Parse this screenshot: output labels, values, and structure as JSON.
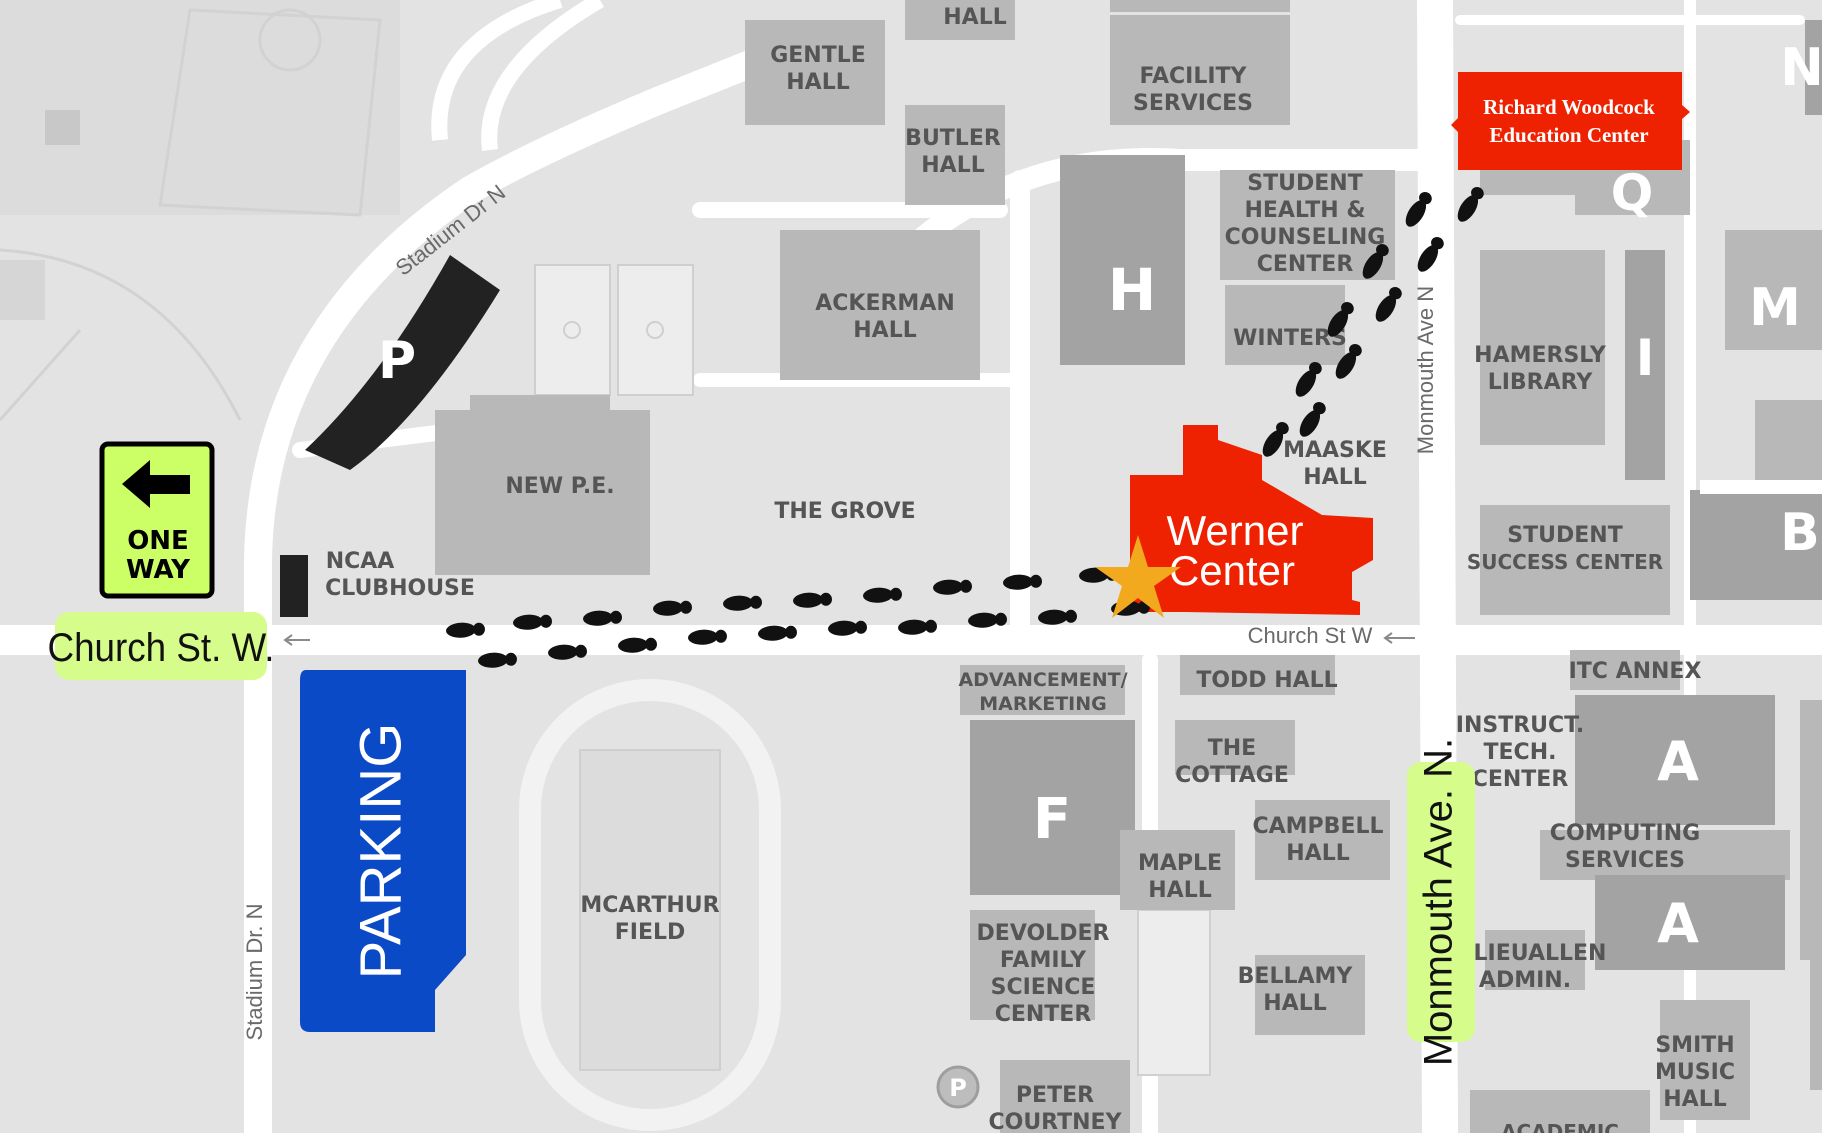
{
  "colors": {
    "background": "#e3e3e3",
    "road": "#ffffff",
    "building": "#a3a3a3",
    "building_light": "#b7b7b7",
    "highlight_red": "#ee2200",
    "parking_blue": "#0b4ac6",
    "parking_black": "#222222",
    "street_tag_green": "#d6fd8b",
    "one_way_sign_green": "#ccff66",
    "star": "#f2a91e"
  },
  "streets": {
    "stadium_upper": "Stadium Dr N",
    "stadium_lower": "Stadium Dr. N",
    "church": "Church St W",
    "monmouth": "Monmouth Ave N"
  },
  "street_tags": {
    "church": "Church St. W.",
    "monmouth": "Monmouth Ave. N."
  },
  "sign": {
    "line1": "ONE",
    "line2": "WAY",
    "icon": "arrow-left-icon"
  },
  "destinations": {
    "werner_line1": "Werner",
    "werner_line2": "Center",
    "woodcock_line1": "Richard Woodcock",
    "woodcock_line2": "Education Center",
    "parking_lot": "PARKING",
    "parking_marker": "P"
  },
  "building_letters": {
    "h": "H",
    "f": "F",
    "q": "Q",
    "i": "I",
    "m": "M",
    "b": "B",
    "n": "N",
    "a1": "A",
    "a2": "A"
  },
  "buildings": {
    "gentle_1": "GENTLE",
    "gentle_2": "HALL",
    "hall_top": "HALL",
    "facility_1": "FACILITY",
    "facility_2": "SERVICES",
    "butler_1": "BUTLER",
    "butler_2": "HALL",
    "shcc_1": "STUDENT",
    "shcc_2": "HEALTH &",
    "shcc_3": "COUNSELING",
    "shcc_4": "CENTER",
    "ackerman_1": "ACKERMAN",
    "ackerman_2": "HALL",
    "winters": "WINTERS",
    "hamersly_1": "HAMERSLY",
    "hamersly_2": "LIBRARY",
    "maaske_1": "MAASKE",
    "maaske_2": "HALL",
    "new_pe": "NEW P.E.",
    "grove": "THE GROVE",
    "ssc_1": "STUDENT",
    "ssc_2": "SUCCESS CENTER",
    "ncaa_1": "NCAA",
    "ncaa_2": "CLUBHOUSE",
    "adv_1": "ADVANCEMENT/",
    "adv_2": "MARKETING",
    "todd": "TODD HALL",
    "itc": "ITC ANNEX",
    "cottage_1": "THE",
    "cottage_2": "COTTAGE",
    "instruct_1": "INSTRUCT.",
    "instruct_2": "TECH.",
    "instruct_3": "CENTER",
    "campbell_1": "CAMPBELL",
    "campbell_2": "HALL",
    "computing_1": "COMPUTING",
    "computing_2": "SERVICES",
    "maple_1": "MAPLE",
    "maple_2": "HALL",
    "mcarthur_1": "MCARTHUR",
    "mcarthur_2": "FIELD",
    "devolder_1": "DEVOLDER",
    "devolder_2": "FAMILY",
    "devolder_3": "SCIENCE",
    "devolder_4": "CENTER",
    "bellamy_1": "BELLAMY",
    "bellamy_2": "HALL",
    "lieuallen_1": "LIEUALLEN",
    "lieuallen_2": "ADMIN.",
    "smith_1": "SMITH",
    "smith_2": "MUSIC",
    "smith_3": "HALL",
    "peter_1": "PETER",
    "peter_2": "COURTNEY",
    "academic": "ACADEMIC"
  },
  "icons": {
    "footprints": "footprints-icon",
    "star": "star-icon",
    "parking_circle": "parking-circle-icon"
  }
}
